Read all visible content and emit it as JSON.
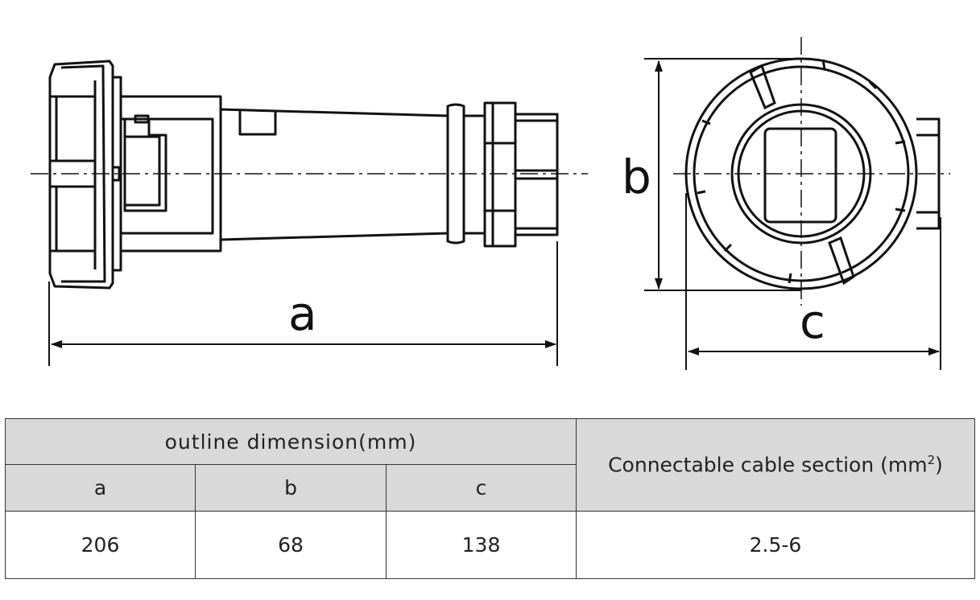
{
  "drawing": {
    "dimension_labels": {
      "a": "a",
      "b": "b",
      "c": "c"
    }
  },
  "table": {
    "group_header": "outline dimension(mm)",
    "cable_header": "Connectable cable section (mm",
    "cable_header_sup": "2",
    "cable_header_close": ")",
    "columns": [
      "a",
      "b",
      "c"
    ],
    "values": [
      "206",
      "68",
      "138"
    ],
    "cable_value": "2.5-6"
  }
}
